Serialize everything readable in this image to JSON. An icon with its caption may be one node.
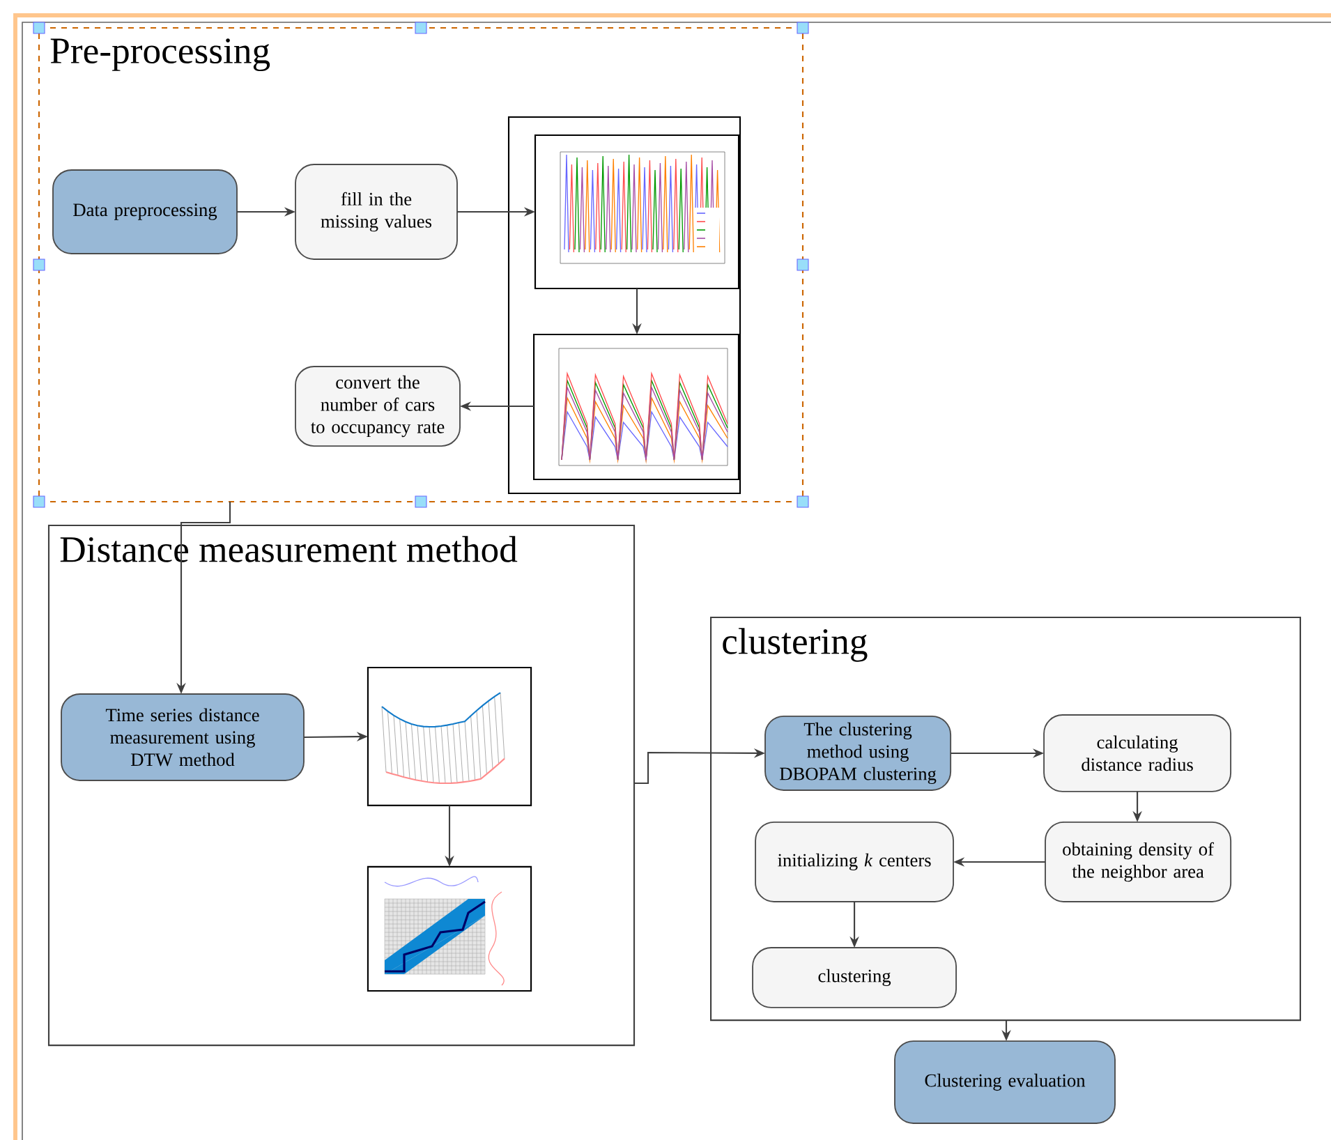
{
  "diagram": {
    "nodes": [
      {
        "text": [
          "Pre-processing"
        ]
      },
      {
        "text": [
          "Data preprocessing"
        ],
        "in": 0
      },
      {
        "text": [
          "fill in the missing values"
        ],
        "in": 0
      },
      {
        "text": [],
        "shape": "box",
        "in": 0
      },
      {
        "text": [],
        "shape": "picture",
        "in": 3
      },
      {
        "text": [],
        "shape": "picture",
        "in": 3
      },
      {
        "text": [
          "convert the number of cars to occupancy rate"
        ],
        "in": 0
      },
      {
        "text": [
          "Distance measurement method"
        ]
      },
      {
        "text": [
          "Time series distance measurement using DTW method"
        ],
        "in": 7
      },
      {
        "text": [],
        "shape": "picture",
        "in": 7
      },
      {
        "text": [],
        "shape": "picture",
        "in": 7
      },
      {
        "text": [
          "clustering"
        ]
      },
      {
        "text": [
          "The clustering method using DBOPAM clustering"
        ],
        "in": 11
      },
      {
        "text": [
          "calculating distance radius"
        ],
        "in": 11
      },
      {
        "text": [
          "obtaining density of the neighbor area"
        ],
        "in": 11
      },
      {
        "text": [
          "initializing *k* centers"
        ],
        "in": 11
      },
      {
        "text": [
          "clustering"
        ],
        "in": 11
      },
      {
        "text": [
          "Clustering evaluation"
        ]
      }
    ],
    "edges": [
      {
        "from": 1,
        "to": 2,
        "arrow": "to"
      },
      {
        "from": 2,
        "to": 4,
        "arrow": "to"
      },
      {
        "from": 4,
        "to": 5,
        "arrow": "to"
      },
      {
        "from": 5,
        "to": 6,
        "arrow": "to"
      },
      {
        "from": 0,
        "to": 8,
        "arrow": "to"
      },
      {
        "from": 8,
        "to": 9,
        "arrow": "to"
      },
      {
        "from": 9,
        "to": 10,
        "arrow": "to"
      },
      {
        "from": 7,
        "to": 12,
        "arrow": "to"
      },
      {
        "from": 12,
        "to": 13,
        "arrow": "to"
      },
      {
        "from": 13,
        "to": 14,
        "arrow": "to"
      },
      {
        "from": 14,
        "to": 15,
        "arrow": "to"
      },
      {
        "from": 15,
        "to": 16,
        "arrow": "to"
      },
      {
        "from": 11,
        "to": 17,
        "arrow": "to"
      }
    ]
  }
}
